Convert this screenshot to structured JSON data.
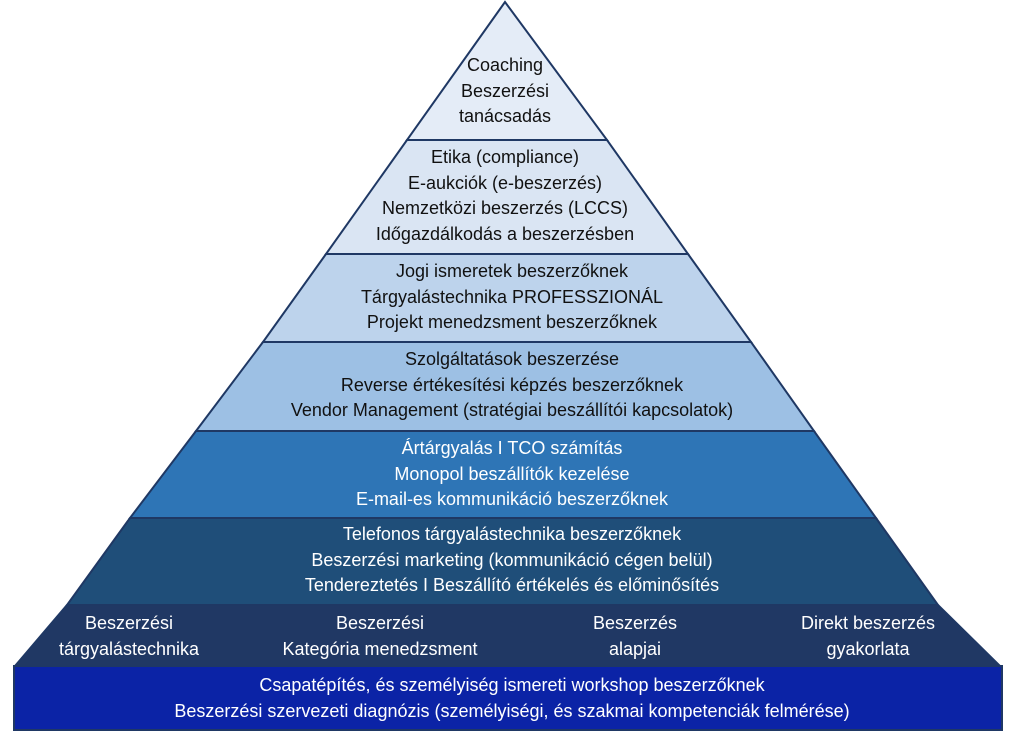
{
  "colors": {
    "outline": "#1f3864",
    "level1": "#e4ecf7",
    "level2": "#dae5f3",
    "level3": "#bdd3ec",
    "level4": "#9dc0e4",
    "level5": "#2e75b6",
    "level6": "#1f4e79",
    "level7": "#203864",
    "base": "#0b23a6"
  },
  "pyramid": {
    "level1": [
      "Coaching",
      "Beszerzési",
      "tanácsadás"
    ],
    "level2": [
      "Etika (compliance)",
      "E-aukciók (e-beszerzés)",
      "Nemzetközi beszerzés (LCCS)",
      "Időgazdálkodás a beszerzésben"
    ],
    "level3": [
      "Jogi ismeretek beszerzőknek",
      "Tárgyalástechnika PROFESSZIONÁL",
      "Projekt menedzsment beszerzőknek"
    ],
    "level4": [
      "Szolgáltatások beszerzése",
      "Reverse értékesítési képzés beszerzőknek",
      "Vendor Management (stratégiai beszállítói kapcsolatok)"
    ],
    "level5": [
      "Ártárgyalás  I  TCO számítás",
      "Monopol beszállítók kezelése",
      "E-mail-es kommunikáció beszerzőknek"
    ],
    "level6": [
      "Telefonos tárgyalástechnika beszerzőknek",
      "Beszerzési marketing (kommunikáció cégen belül)",
      "Tendereztetés  I  Beszállító értékelés és előminősítés"
    ],
    "level7": [
      [
        "Beszerzési",
        "tárgyalástechnika"
      ],
      [
        "Beszerzési",
        "Kategória menedzsment"
      ],
      [
        "Beszerzés",
        "alapjai"
      ],
      [
        "Direkt beszerzés",
        "gyakorlata"
      ]
    ],
    "base": [
      "Csapatépítés, és személyiség ismereti workshop beszerzőknek",
      "Beszerzési szervezeti diagnózis (személyiségi, és szakmai kompetenciák felmérése)"
    ]
  }
}
